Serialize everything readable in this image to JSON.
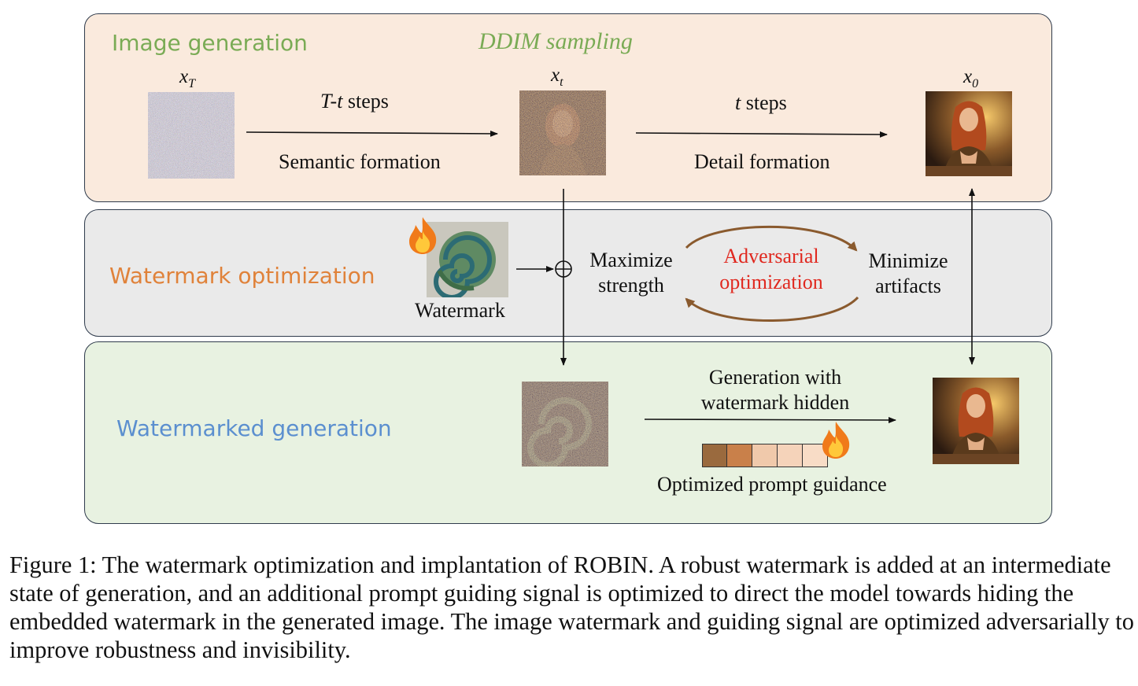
{
  "panels": {
    "image_generation": {
      "title": "Image generation",
      "title_color": "#7aab55",
      "sampling_label": "DDIM sampling",
      "x_T": "T",
      "x_t": "t",
      "x_0": "0",
      "first_arrow_top": "steps",
      "first_arrow_top_var": "T-t",
      "first_arrow_bottom": "Semantic formation",
      "second_arrow_top": "steps",
      "second_arrow_top_var": "t",
      "second_arrow_bottom": "Detail formation"
    },
    "watermark_optimization": {
      "title": "Watermark optimization",
      "title_color": "#e0823a",
      "watermark_label": "Watermark",
      "maximize_line1": "Maximize",
      "maximize_line2": "strength",
      "adversarial_line1": "Adversarial",
      "adversarial_line2": "optimization",
      "adversarial_color": "#e0281f",
      "minimize_line1": "Minimize",
      "minimize_line2": "artifacts"
    },
    "watermarked_generation": {
      "title": "Watermarked generation",
      "title_color": "#5b8fcf",
      "arrow_label_line1": "Generation with",
      "arrow_label_line2": "watermark hidden",
      "prompt_label": "Optimized prompt guidance",
      "prompt_colors": [
        "#9a6a3e",
        "#c9804a",
        "#f0c9ab",
        "#f5d3ba",
        "#f8dcc6"
      ]
    }
  },
  "caption": "Figure 1: The watermark optimization and implantation of ROBIN. A robust watermark is added at an intermediate state of generation, and an additional prompt guiding signal is optimized to direct the model towards hiding the embedded watermark in the generated image. The image watermark and guiding signal are optimized adversarially to improve robustness and invisibility."
}
